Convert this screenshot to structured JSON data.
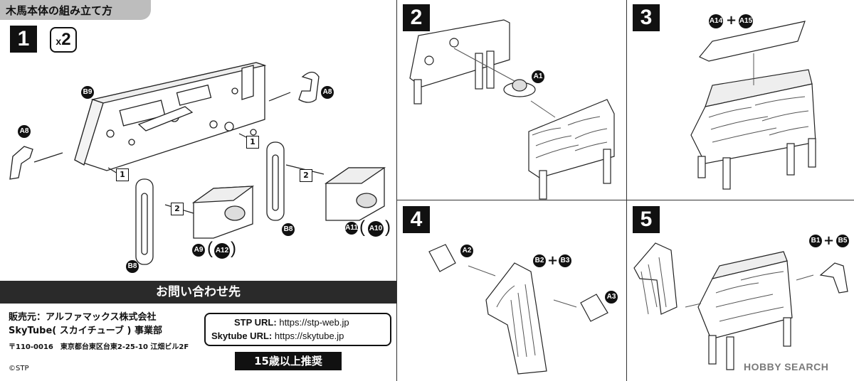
{
  "section_title": "木馬本体の組み立て方",
  "steps": [
    {
      "number": "1",
      "multiplier_x": "x",
      "multiplier_n": "2"
    },
    {
      "number": "2"
    },
    {
      "number": "3"
    },
    {
      "number": "4"
    },
    {
      "number": "5"
    }
  ],
  "step1_labels": {
    "b9": "B9",
    "a8_top": "A8",
    "a8_left": "A8",
    "b8_left": "B8",
    "b8_mid": "B8",
    "a9": "A9",
    "a12": "A12",
    "a11": "A11",
    "a10": "A10",
    "seq_1a": "1",
    "seq_1b": "1",
    "seq_2a": "2",
    "seq_2b": "2"
  },
  "step2_labels": {
    "a1": "A1"
  },
  "step3_labels": {
    "a14": "A14",
    "plus": "+",
    "a15": "A15"
  },
  "step4_labels": {
    "a2": "A2",
    "b2": "B2",
    "plus": "+",
    "b3": "B3",
    "a3": "A3"
  },
  "step5_labels": {
    "b1": "B1",
    "plus": "+",
    "b5": "B5"
  },
  "contact": {
    "heading": "お問い合わせ先",
    "seller": "販売元：アルファマックス株式会社",
    "dept": "SkyTube( スカイチューブ ) 事業部",
    "address": "〒110-0016　東京都台東区台東2-25-10 江畑ビル2F",
    "stp_label": "STP URL:",
    "stp_url": "https://stp-web.jp",
    "skytube_label": "Skytube URL:",
    "skytube_url": "https://skytube.jp",
    "age": "15歳以上推奨",
    "copyright": "©STP"
  },
  "watermark": "HOBBY SEARCH"
}
